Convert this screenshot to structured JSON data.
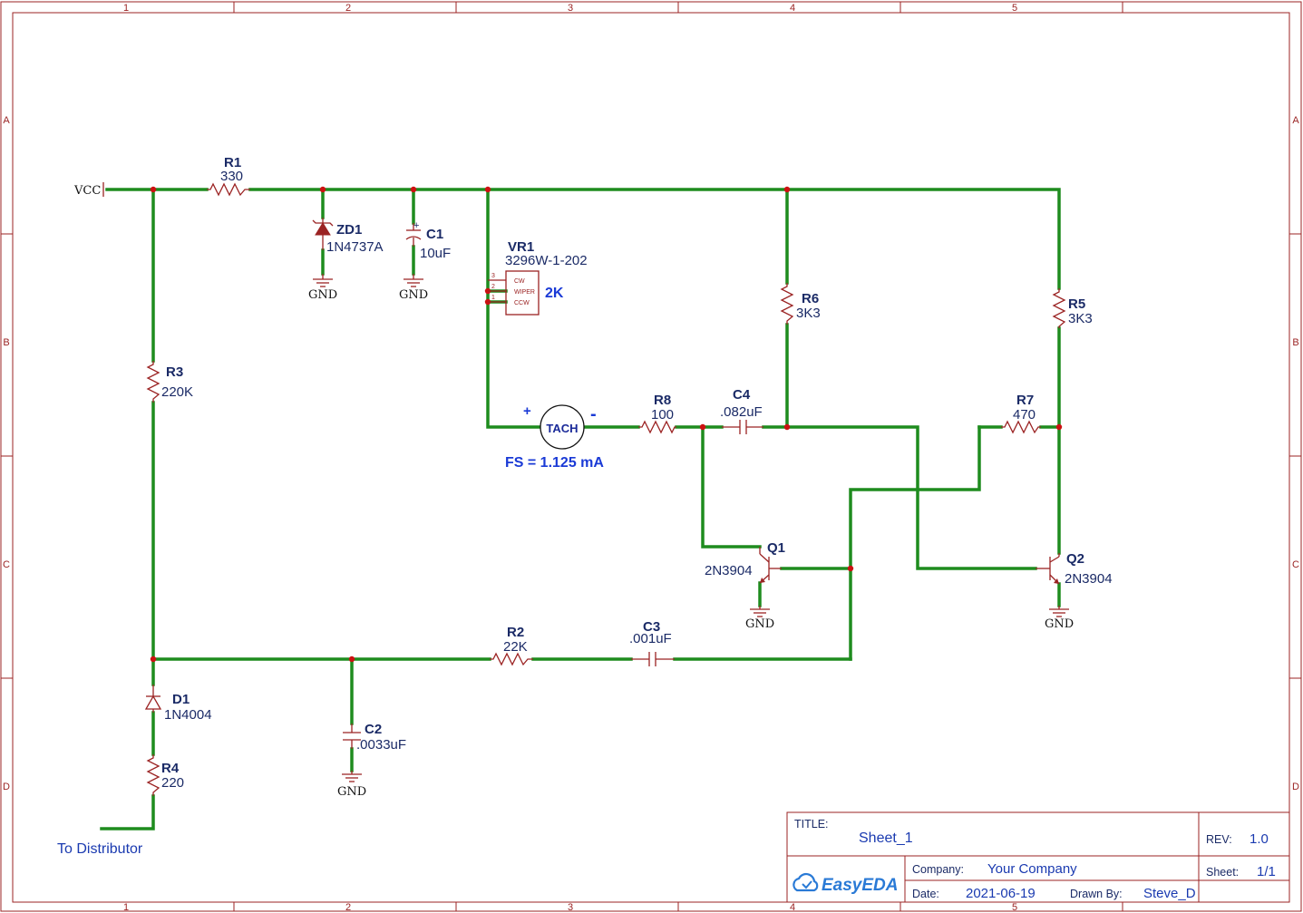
{
  "frame": {
    "columns": [
      "1",
      "2",
      "3",
      "4",
      "5"
    ],
    "rows": [
      "A",
      "B",
      "C",
      "D"
    ]
  },
  "nets": {
    "vcc": "VCC",
    "gnd": "GND",
    "distributor": "To Distributor"
  },
  "components": {
    "r1": {
      "designator": "R1",
      "value": "330"
    },
    "r2": {
      "designator": "R2",
      "value": "22K"
    },
    "r3": {
      "designator": "R3",
      "value": "220K"
    },
    "r4": {
      "designator": "R4",
      "value": "220"
    },
    "r5": {
      "designator": "R5",
      "value": "3K3"
    },
    "r6": {
      "designator": "R6",
      "value": "3K3"
    },
    "r7": {
      "designator": "R7",
      "value": "470"
    },
    "r8": {
      "designator": "R8",
      "value": "100"
    },
    "c1": {
      "designator": "C1",
      "value": "10uF",
      "polarity": "+"
    },
    "c2": {
      "designator": "C2",
      "value": ".0033uF"
    },
    "c3": {
      "designator": "C3",
      "value": ".001uF"
    },
    "c4": {
      "designator": "C4",
      "value": ".082uF"
    },
    "zd1": {
      "designator": "ZD1",
      "value": "1N4737A"
    },
    "d1": {
      "designator": "D1",
      "value": "1N4004"
    },
    "q1": {
      "designator": "Q1",
      "value": "2N3904"
    },
    "q2": {
      "designator": "Q2",
      "value": "2N3904"
    },
    "vr1": {
      "designator": "VR1",
      "value": "3296W-1-202",
      "pins": [
        "3",
        "2",
        "1"
      ],
      "pin_labels": [
        "CW",
        "WIPER",
        "CCW"
      ],
      "note": "2K"
    },
    "tach": {
      "label": "TACH",
      "plus": "+",
      "minus": "-",
      "note": "FS = 1.125 mA"
    }
  },
  "title_block": {
    "title_label": "TITLE:",
    "title": "Sheet_1",
    "rev_label": "REV:",
    "rev": "1.0",
    "company_label": "Company:",
    "company": "Your Company",
    "sheet_label": "Sheet:",
    "sheet": "1/1",
    "date_label": "Date:",
    "date": "2021-06-19",
    "drawn_by_label": "Drawn By:",
    "drawn_by": "Steve_D",
    "logo": "EasyEDA"
  },
  "colors": {
    "wire": "#1e8c1e",
    "symbol": "#9b2323",
    "junction": "#cc1111",
    "label": "#1a2a66",
    "accent": "#1a3ad6"
  }
}
